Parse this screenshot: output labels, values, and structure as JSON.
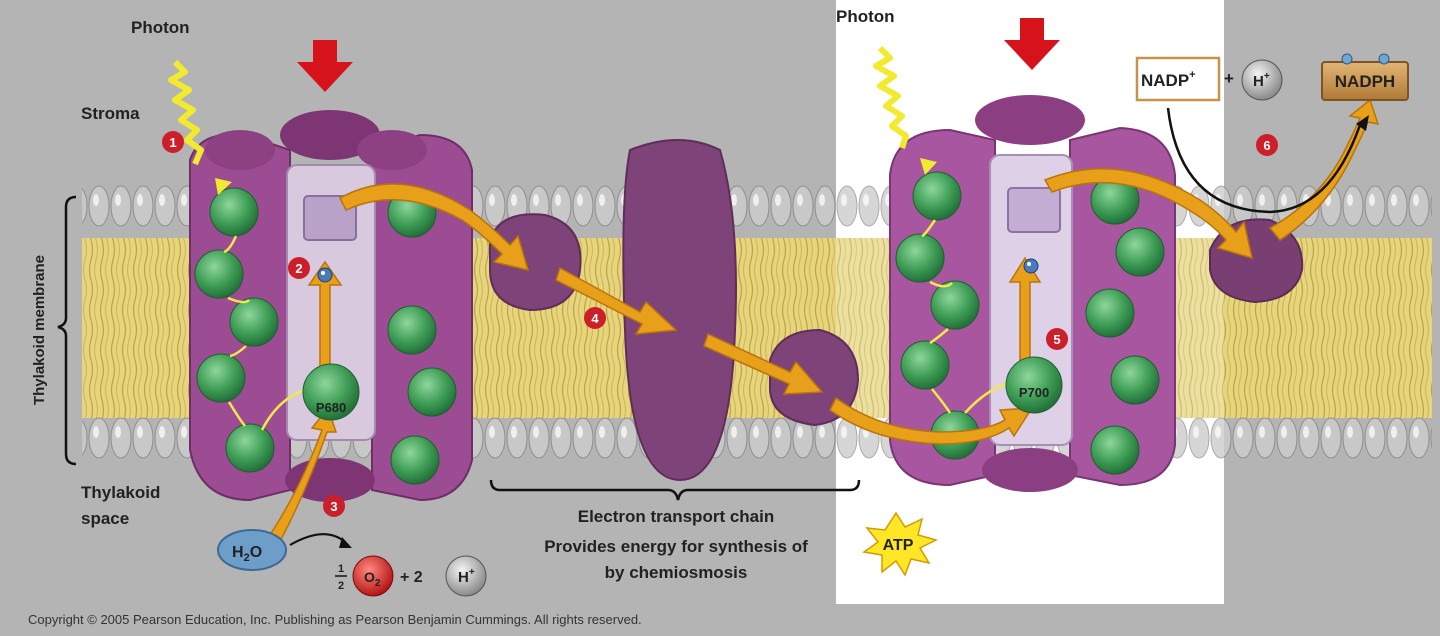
{
  "labels": {
    "photon_left": "Photon",
    "photon_right": "Photon",
    "stroma": "Stroma",
    "membrane": "Thylakoid membrane",
    "space_line1": "Thylakoid",
    "space_line2": "space",
    "p680": "P680",
    "p700": "P700",
    "h2o_main": "H",
    "h2o_sub": "2",
    "h2o_end": "O",
    "half_num": "1",
    "half_den": "2",
    "o2_main": "O",
    "o2_sub": "2",
    "plus2": "+ 2",
    "h_main": "H",
    "h_sup": "+",
    "nadp_main": "NADP",
    "nadp_sup": "+",
    "plus": "+",
    "h2_main": "H",
    "h2_sup": "+",
    "nadph": "NADPH",
    "etc_title": "Electron transport chain",
    "etc_line2_a": "Provides energy for synthesis of",
    "etc_line3": "by chemiosmosis",
    "atp": "ATP",
    "copyright": "Copyright © 2005 Pearson Education, Inc. Publishing as Pearson Benjamin Cummings. All rights reserved."
  },
  "steps": [
    "1",
    "2",
    "3",
    "4",
    "5",
    "6"
  ],
  "colors": {
    "background": "#b4b4b4",
    "highlight": "#ffffff",
    "photosystem": "#8b3f82",
    "photosystem_light": "#b872ae",
    "reaction_center": "#d8c8e0",
    "chlorophyll": "#3e9e55",
    "electron_arrow": "#e3a21a",
    "photon": "#f2ea2e",
    "down_arrow": "#d6131b",
    "step_badge": "#cc1f2a",
    "lipid_head": "#c4c4c4",
    "lipid_tail": "#e9d67a",
    "water": "#6d9dc9",
    "oxygen": "#d52a2a",
    "atp_star": "#ffe626",
    "nadph_box": "#c8924a"
  }
}
